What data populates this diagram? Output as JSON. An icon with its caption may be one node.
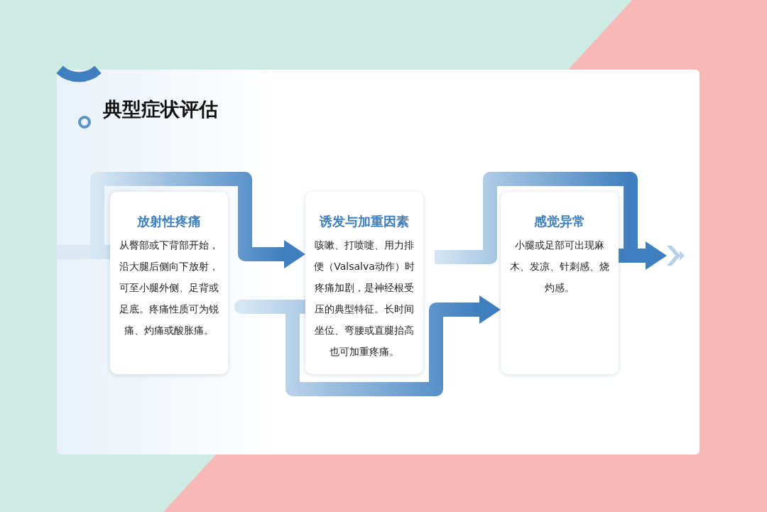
{
  "diagram": {
    "title": "典型症状评估",
    "nodes": [
      {
        "text": [
          "放射性疼痛",
          "从臀部或下背部开始，沿大腿后侧向下放射，可至小腿外侧、足背或足底。疼痛性质可为锐痛、灼痛或酸胀痛。"
        ]
      },
      {
        "text": [
          "诱发与加重因素",
          "咳嗽、打喷嚏、用力排便（Valsalva动作）时疼痛加剧，是神经根受压的典型特征。长时间坐位、弯腰或直腿抬高也可加重疼痛。"
        ]
      },
      {
        "text": [
          "感觉异常",
          "小腿或足部可出现麻木、发凉、针刺感、烧灼感。"
        ]
      },
      {
        "text": [],
        "shape": "chevron"
      }
    ],
    "edges": [
      {
        "from": 0,
        "to": 1,
        "arrow": "to"
      },
      {
        "from": 1,
        "to": 2,
        "arrow": "to"
      },
      {
        "from": 2,
        "to": 3,
        "arrow": "to"
      }
    ]
  }
}
